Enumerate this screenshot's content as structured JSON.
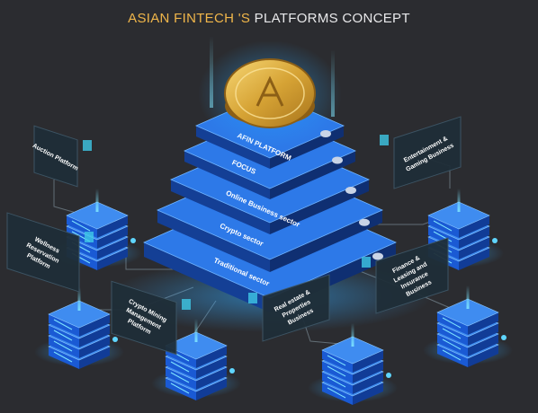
{
  "title": {
    "accent": "ASIAN FINTECH 'S",
    "rest": " PLATFORMS CONCEPT"
  },
  "colors": {
    "background": "#2b2c30",
    "accent": "#f0b64a",
    "layer": "#2d79e8",
    "layerSide": "#143f95",
    "glow": "#5fd6ff",
    "coin": "#e0b142",
    "labelPanel": "#1f2e38"
  },
  "pyramid_layers": [
    "AFIN PLATFORM",
    "FOCUS",
    "Online Business sector",
    "Crypto sector",
    "Traditional sector"
  ],
  "platforms": [
    {
      "label": "Auction Platform"
    },
    {
      "label": "Wellness Reservation Platform"
    },
    {
      "label": "Crypto Mining Management Platform"
    },
    {
      "label": "Real estate & Properties Business"
    },
    {
      "label": "Finance & Leasing and Insurance Business"
    },
    {
      "label": "Entertainment & Gaming Business"
    }
  ],
  "icons": {
    "coin": "afin-coin-icon",
    "server": "server-stack-icon"
  }
}
